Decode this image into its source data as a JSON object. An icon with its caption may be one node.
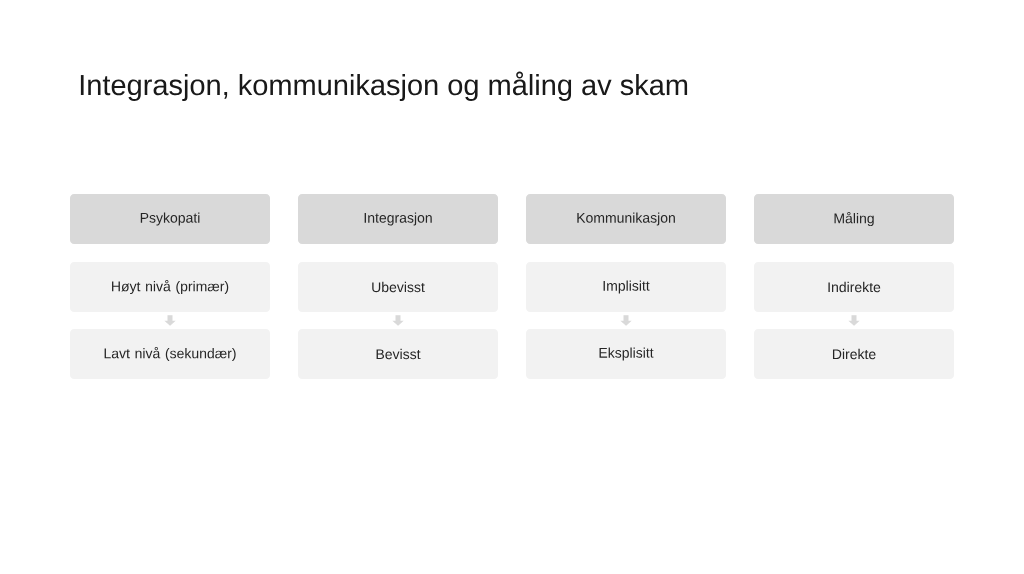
{
  "diagram": {
    "title": "Integrasjon, kommunikasjon og måling av skam",
    "nodes": [
      {
        "text": [
          "Psykopati"
        ]
      },
      {
        "text": [
          "Integrasjon"
        ]
      },
      {
        "text": [
          "Kommunikasjon"
        ]
      },
      {
        "text": [
          "Måling"
        ]
      },
      {
        "text": [
          "Høyt nivå (primær)"
        ]
      },
      {
        "text": [
          "Ubevisst"
        ]
      },
      {
        "text": [
          "Implisitt"
        ]
      },
      {
        "text": [
          "Indirekte"
        ]
      },
      {
        "text": [
          "Lavt nivå (sekundær)"
        ]
      },
      {
        "text": [
          "Bevisst"
        ]
      },
      {
        "text": [
          "Eksplisitt"
        ]
      },
      {
        "text": [
          "Direkte"
        ]
      }
    ],
    "edges": [
      {
        "from": 4,
        "to": 8,
        "arrow": "to"
      },
      {
        "from": 5,
        "to": 9,
        "arrow": "to"
      },
      {
        "from": 6,
        "to": 10,
        "arrow": "to"
      },
      {
        "from": 7,
        "to": 11,
        "arrow": "to"
      }
    ]
  }
}
